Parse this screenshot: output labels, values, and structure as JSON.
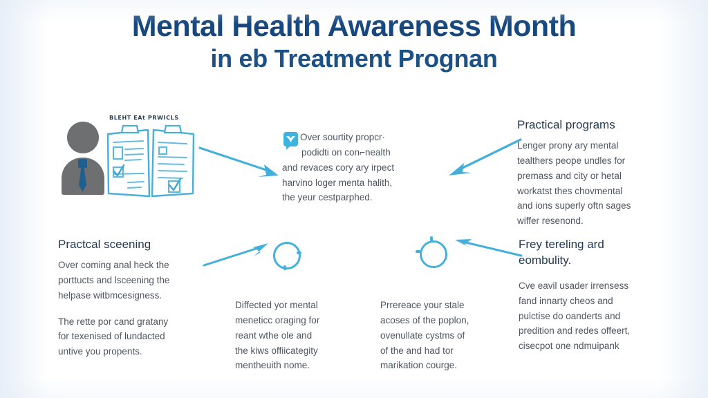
{
  "title": {
    "line1": "Mental Health Awareness Month",
    "line2": "in eb Treatment Prognan"
  },
  "colors": {
    "title_primary": "#16477e",
    "title_secondary": "#1c5187",
    "accent_blue": "#43b0dd",
    "arrow_blue": "#45afdc",
    "heading_text": "#243a52",
    "body_text": "#4c5560",
    "silhouette_gray": "#6d6f71",
    "tie_blue": "#1f5f8f",
    "background": "#ffffff"
  },
  "illustration": {
    "document_label": "BLEHT EAt PRWICLS",
    "person_icon": "person-silhouette-icon",
    "document_icon": "open-document-checklist-icon"
  },
  "blocks": {
    "top_center": {
      "icon": "speech-bubble-icon",
      "lines": [
        "Over sourtity propcr·",
        "podidti on con⌐nealth",
        "and revaces cory ary irpect",
        "harvino loger menta halith,",
        "the yeur cestparphed."
      ]
    },
    "top_right": {
      "heading": "Practical programs",
      "lines": [
        "Lenger prony ary mental",
        "tealthers peope undles for",
        "premass and city or hetal",
        "workatst thes chovmental",
        "and ions superly oftn sages",
        "wiffer resenond."
      ]
    },
    "mid_left": {
      "heading": "Practcal sceening",
      "paragraph1": [
        "Over coming anal heck the",
        "porttucts and lsceening the",
        "helpase witbmcesigness."
      ],
      "paragraph2": [
        "The rette por cand gratany",
        "for texenised of lundacted",
        "untive you propents."
      ]
    },
    "bottom_center_left": {
      "lines": [
        "Diffected yor mental",
        "meneticc oraging for",
        "reant wthe ole and",
        "the kiws offiicategity",
        "mentheuith nome."
      ]
    },
    "bottom_center_right": {
      "lines": [
        "Prrereace your stale",
        "acoses of the poplon,",
        "ovenullate cystms of",
        "of the and had tor",
        "marikation courge."
      ]
    },
    "bottom_right": {
      "heading_line1": "Frey tereling ard",
      "heading_line2": "eombulity.",
      "lines": [
        "Cve eavil usader irrensess",
        "fand innarty cheos and",
        "pulctise do oanderts and",
        "predition and redes offeert,",
        "cisecpot one ndmuipank"
      ]
    }
  },
  "icons": {
    "ring_left": "circle-ring-icon",
    "ring_right": "circle-ring-icon",
    "arrow_top_left": "arrow-down-right-icon",
    "arrow_top_right": "arrow-down-left-icon",
    "arrow_bottom_left": "arrow-up-right-icon",
    "arrow_bottom_right": "arrow-up-left-icon"
  }
}
